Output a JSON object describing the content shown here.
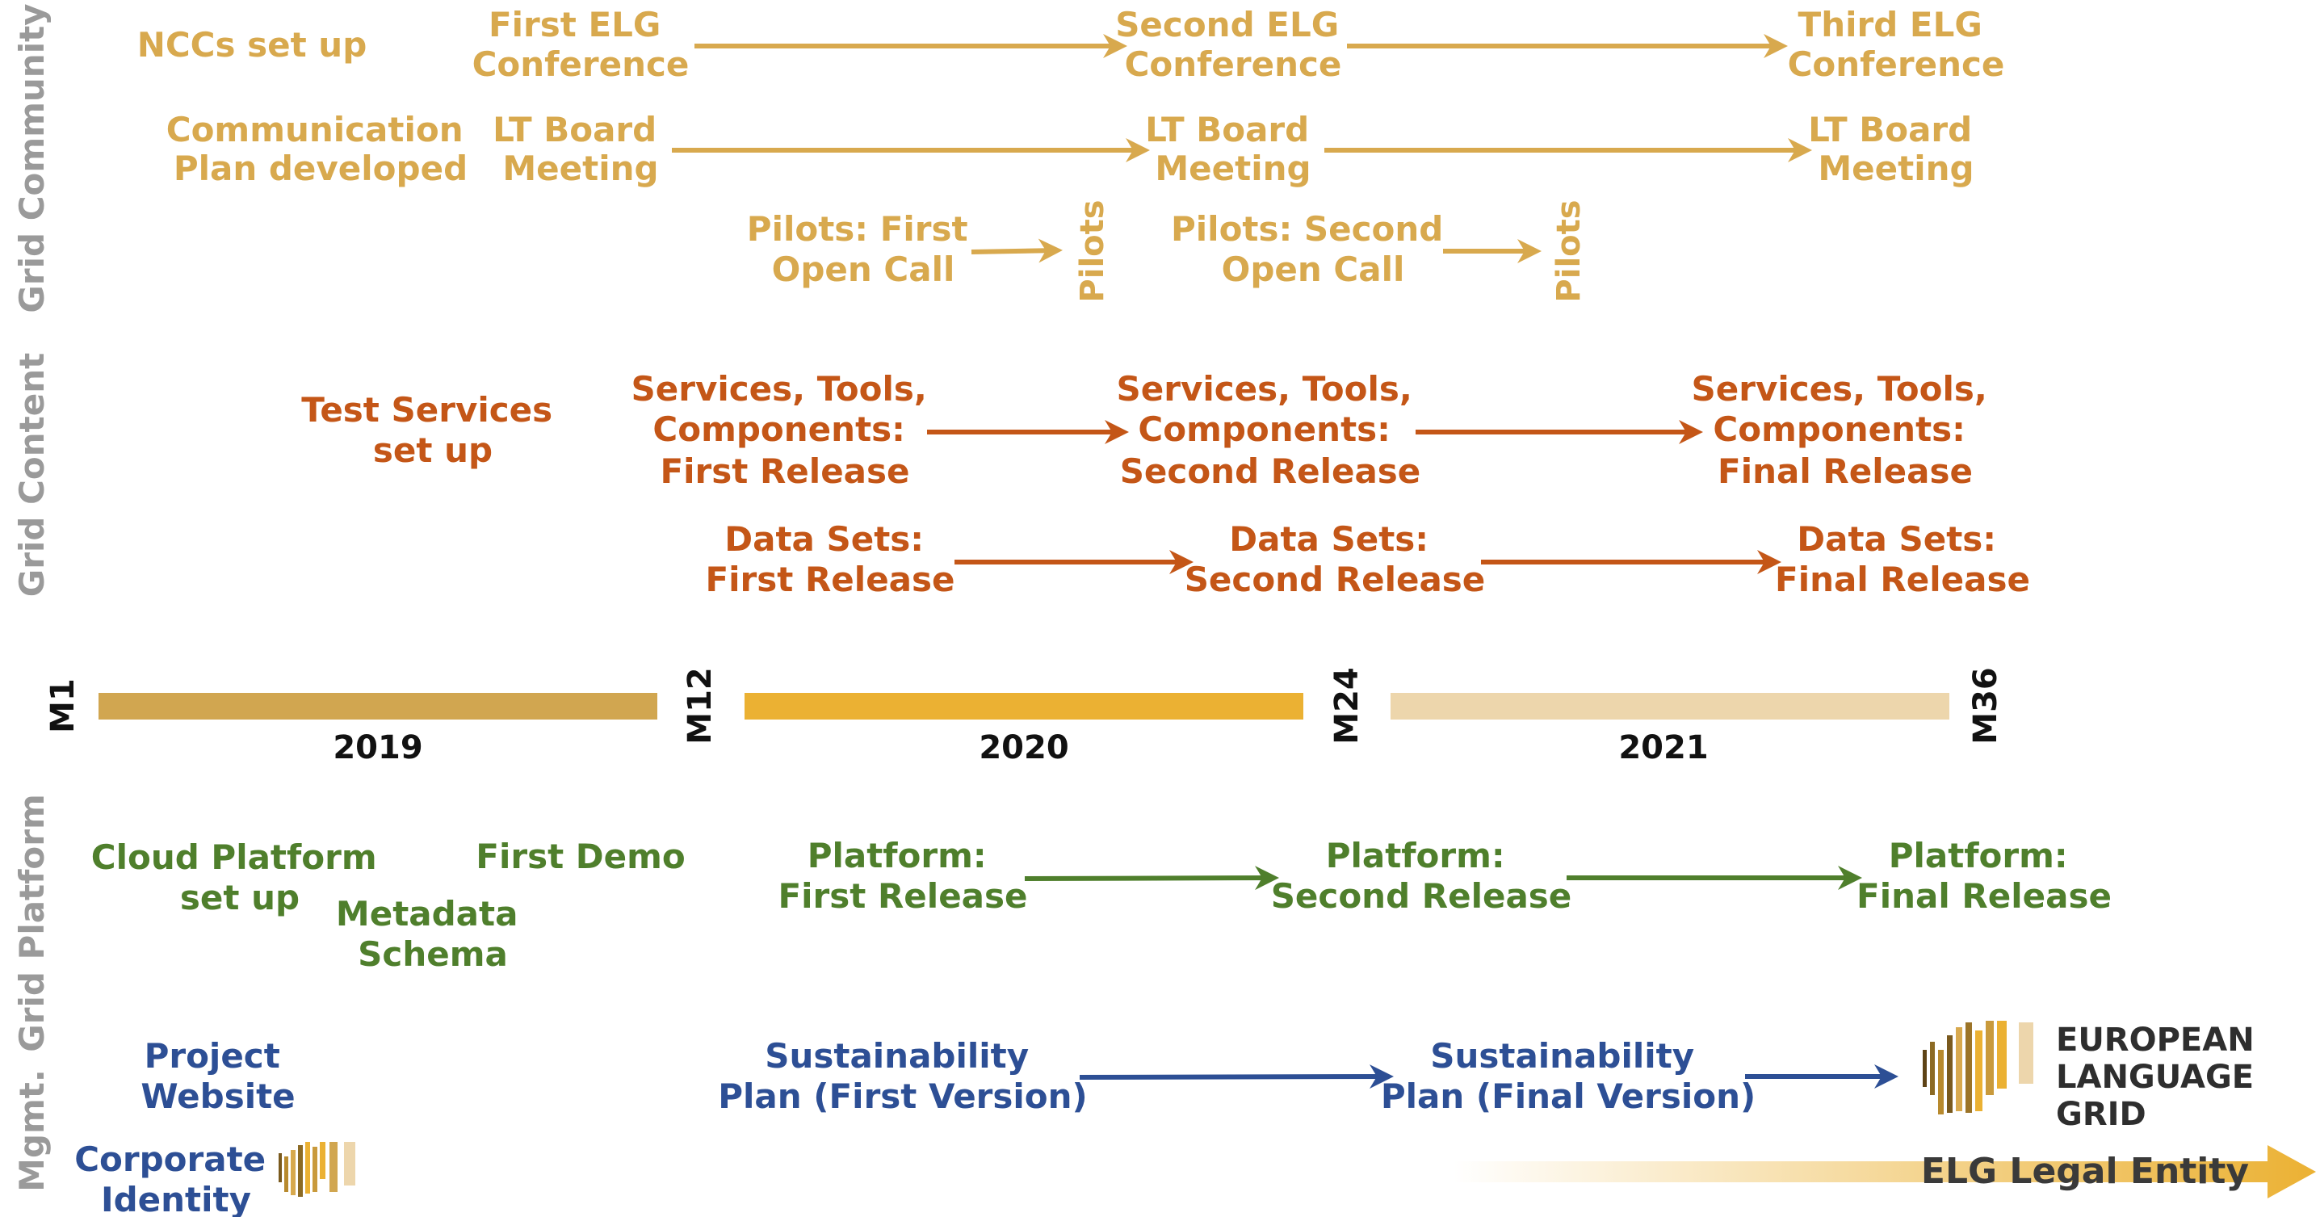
{
  "colors": {
    "community": "#D8A94E",
    "content": "#C45617",
    "platform": "#4F7F2C",
    "mgmt": "#2D4F95",
    "axis_label": "#9A9A9A",
    "bar_2019": "#D1A650",
    "bar_2020": "#EBB133",
    "bar_2021": "#EDD6AC",
    "timeline_text": "#111111",
    "legal_entity_text": "#3A3A3A",
    "logo_text": "#2E2E2E"
  },
  "lanes": {
    "community": "Grid Community",
    "content": "Grid Content",
    "platform": "Grid Platform",
    "mgmt": "Mgmt."
  },
  "timeline": {
    "milestones": [
      "M1",
      "M12",
      "M24",
      "M36"
    ],
    "years": [
      "2019",
      "2020",
      "2021"
    ]
  },
  "community": {
    "nccs": [
      "NCCs set up"
    ],
    "first_conf": [
      "First ELG",
      "Conference"
    ],
    "second_conf": [
      "Second ELG",
      "Conference"
    ],
    "third_conf": [
      "Third ELG",
      "Conference"
    ],
    "comm_plan": [
      "Communication",
      "Plan developed"
    ],
    "lt_board_1": [
      "LT Board",
      "Meeting"
    ],
    "lt_board_2": [
      "LT Board",
      "Meeting"
    ],
    "lt_board_3": [
      "LT Board",
      "Meeting"
    ],
    "pilots_call_1": [
      "Pilots: First",
      "Open Call"
    ],
    "pilots_1": "Pilots",
    "pilots_call_2": [
      "Pilots: Second",
      "Open Call"
    ],
    "pilots_2": "Pilots"
  },
  "content": {
    "test_services": [
      "Test Services",
      "set up"
    ],
    "services_first": [
      "Services, Tools,",
      "Components:",
      "First Release"
    ],
    "services_second": [
      "Services, Tools,",
      "Components:",
      "Second Release"
    ],
    "services_final": [
      "Services, Tools,",
      "Components:",
      "Final Release"
    ],
    "data_first": [
      "Data Sets:",
      "First Release"
    ],
    "data_second": [
      "Data Sets:",
      "Second Release"
    ],
    "data_final": [
      "Data Sets:",
      "Final Release"
    ]
  },
  "platform": {
    "cloud": [
      "Cloud Platform",
      "set up"
    ],
    "first_demo": [
      "First Demo"
    ],
    "metadata": [
      "Metadata",
      "Schema"
    ],
    "first_release": [
      "Platform:",
      "First Release"
    ],
    "second_release": [
      "Platform:",
      "Second Release"
    ],
    "final_release": [
      "Platform:",
      "Final Release"
    ]
  },
  "mgmt": {
    "website": [
      "Project",
      "Website"
    ],
    "sustain_first": [
      "Sustainability",
      "Plan (First Version)"
    ],
    "sustain_final": [
      "Sustainability",
      "Plan (Final Version)"
    ],
    "corporate": [
      "Corporate",
      "Identity"
    ],
    "legal_entity": "ELG Legal Entity",
    "logo_lines": [
      "EUROPEAN",
      "LANGUAGE",
      "GRID"
    ]
  }
}
